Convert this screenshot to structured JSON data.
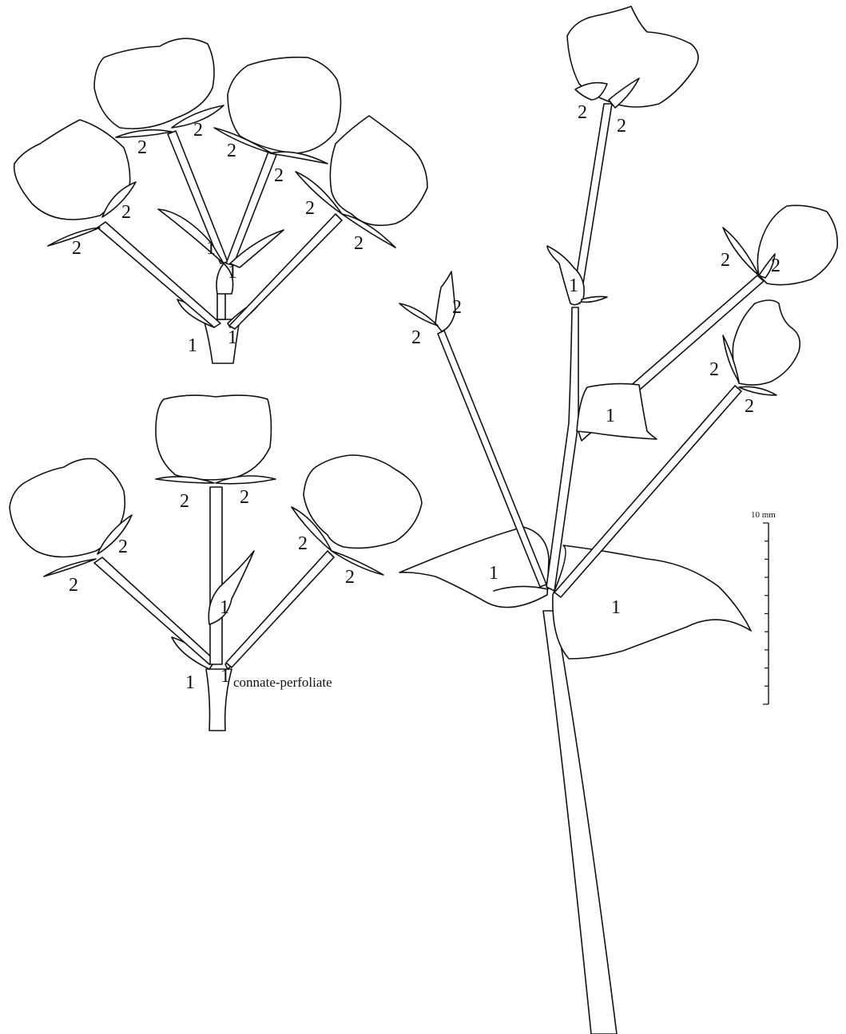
{
  "labels": {
    "one": "1",
    "two": "2"
  },
  "annotation": "connate-perfoliate",
  "scale_bar": {
    "label": "10 mm",
    "length_mm": 10
  },
  "colors": {
    "line": "#111111",
    "background": "#ffffff"
  }
}
